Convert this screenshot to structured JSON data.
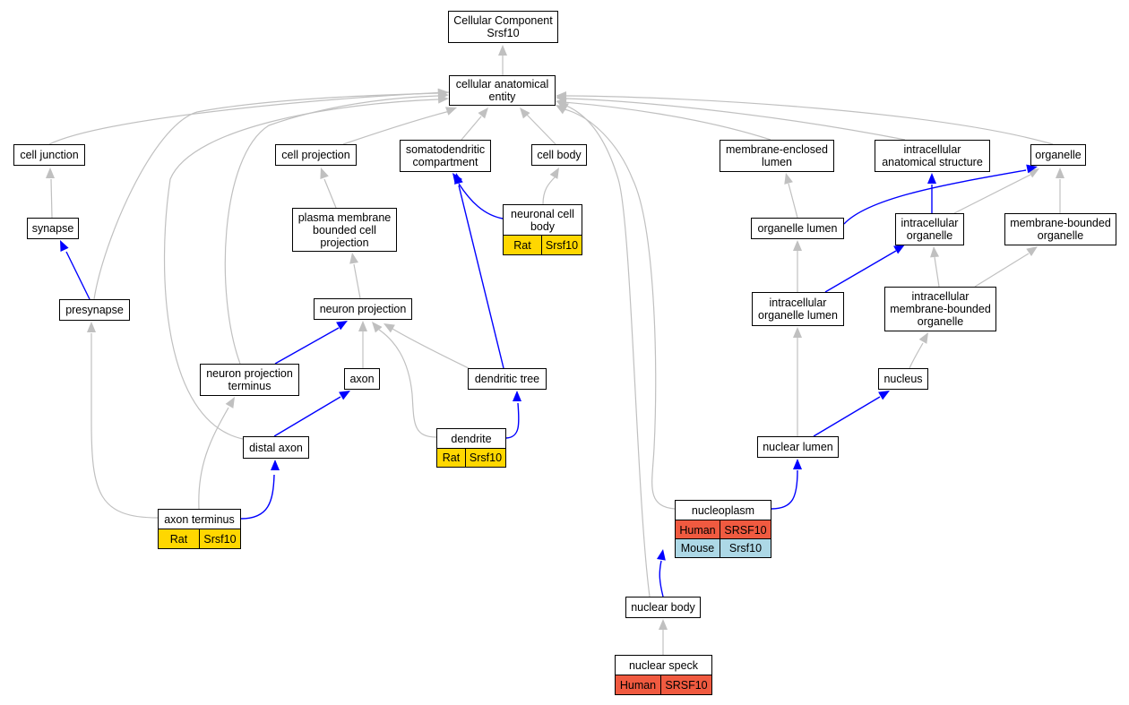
{
  "colors": {
    "grey_edge": "#c0c0c0",
    "blue_edge": "#0000ff",
    "rat": "#ffd700",
    "human": "#f05a40",
    "mouse": "#add8e6"
  },
  "nodes": {
    "root": "Cellular Component\nSrsf10",
    "cae": "cellular anatomical\nentity",
    "cell_junction": "cell junction",
    "cell_projection": "cell projection",
    "somatodendritic": "somatodendritic\ncompartment",
    "cell_body": "cell body",
    "membrane_enclosed_lumen": "membrane-enclosed\nlumen",
    "intracellular_anatomical_structure": "intracellular\nanatomical structure",
    "organelle": "organelle",
    "synapse": "synapse",
    "plasma_membrane_projection": "plasma membrane\nbounded cell\nprojection",
    "neuronal_cell_body": "neuronal cell\nbody",
    "organelle_lumen": "organelle lumen",
    "intracellular_organelle": "intracellular\norganelle",
    "membrane_bounded_organelle": "membrane-bounded\norganelle",
    "presynapse": "presynapse",
    "neuron_projection": "neuron projection",
    "intracellular_organelle_lumen": "intracellular\norganelle lumen",
    "intracellular_membrane_bounded_organelle": "intracellular\nmembrane-bounded\norganelle",
    "neuron_projection_terminus": "neuron projection\nterminus",
    "axon": "axon",
    "dendritic_tree": "dendritic tree",
    "nucleus": "nucleus",
    "distal_axon": "distal axon",
    "dendrite": "dendrite",
    "nuclear_lumen": "nuclear lumen",
    "axon_terminus": "axon terminus",
    "nucleoplasm": "nucleoplasm",
    "nuclear_body": "nuclear body",
    "nuclear_speck": "nuclear speck"
  },
  "annotations": {
    "neuronal_cell_body": [
      {
        "species": "Rat",
        "gene": "Srsf10"
      }
    ],
    "dendrite": [
      {
        "species": "Rat",
        "gene": "Srsf10"
      }
    ],
    "axon_terminus": [
      {
        "species": "Rat",
        "gene": "Srsf10"
      }
    ],
    "nucleoplasm": [
      {
        "species": "Human",
        "gene": "SRSF10"
      },
      {
        "species": "Mouse",
        "gene": "Srsf10"
      }
    ],
    "nuclear_speck": [
      {
        "species": "Human",
        "gene": "SRSF10"
      }
    ]
  }
}
